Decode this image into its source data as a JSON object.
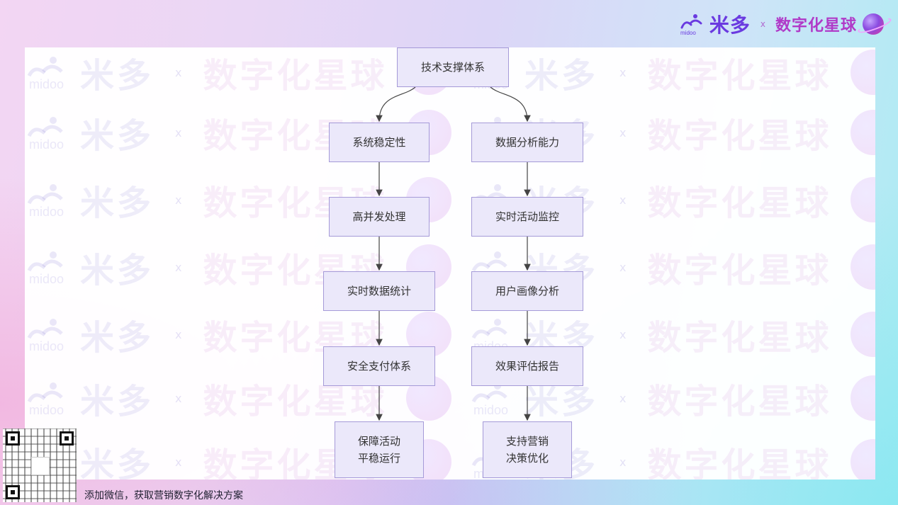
{
  "brand": {
    "logo_small": "midoo",
    "name": "米多",
    "x": "x",
    "partner": "数字化星球",
    "primary_color": "#6a3ae0",
    "partner_color": "#b03ac8"
  },
  "watermark": {
    "logo_small": "midoo",
    "name": "米多",
    "x": "x",
    "partner": "数字化星球"
  },
  "diagram": {
    "root": "技术支撑体系",
    "left_branch": [
      "系统稳定性",
      "高并发处理",
      "实时数据统计",
      "安全支付体系",
      "保障活动\n平稳运行"
    ],
    "right_branch": [
      "数据分析能力",
      "实时活动监控",
      "用户画像分析",
      "效果评估报告",
      "支持营销\n决策优化"
    ],
    "node_fill": "#ebe8fa",
    "node_border": "#a59ad8",
    "edge_color": "#444444"
  },
  "footer": {
    "qr_label": "QR code",
    "text": "添加微信，获取营销数字化解决方案"
  }
}
